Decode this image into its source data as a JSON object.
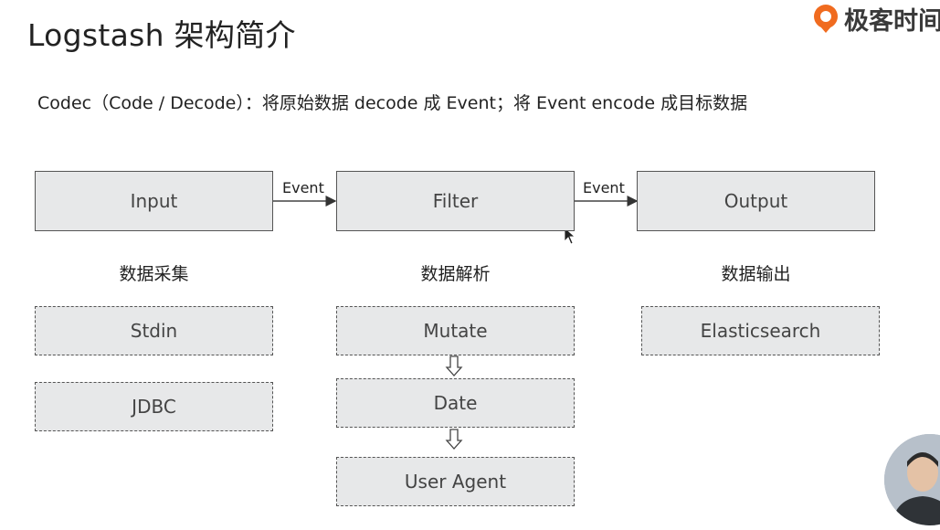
{
  "title": "Logstash 架构简介",
  "brand": {
    "name": "极客时间",
    "color": "#f06b1f"
  },
  "subtitle": "Codec（Code / Decode）：将原始数据 decode 成 Event；将 Event encode 成目标数据",
  "stages": [
    {
      "label": "Input",
      "caption": "数据采集"
    },
    {
      "label": "Filter",
      "caption": "数据解析"
    },
    {
      "label": "Output",
      "caption": "数据输出"
    }
  ],
  "edges": [
    {
      "label": "Event"
    },
    {
      "label": "Event"
    }
  ],
  "plugins": {
    "input": [
      "Stdin",
      "JDBC"
    ],
    "filter": [
      "Mutate",
      "Date",
      "User Agent"
    ],
    "output": [
      "Elasticsearch"
    ]
  }
}
